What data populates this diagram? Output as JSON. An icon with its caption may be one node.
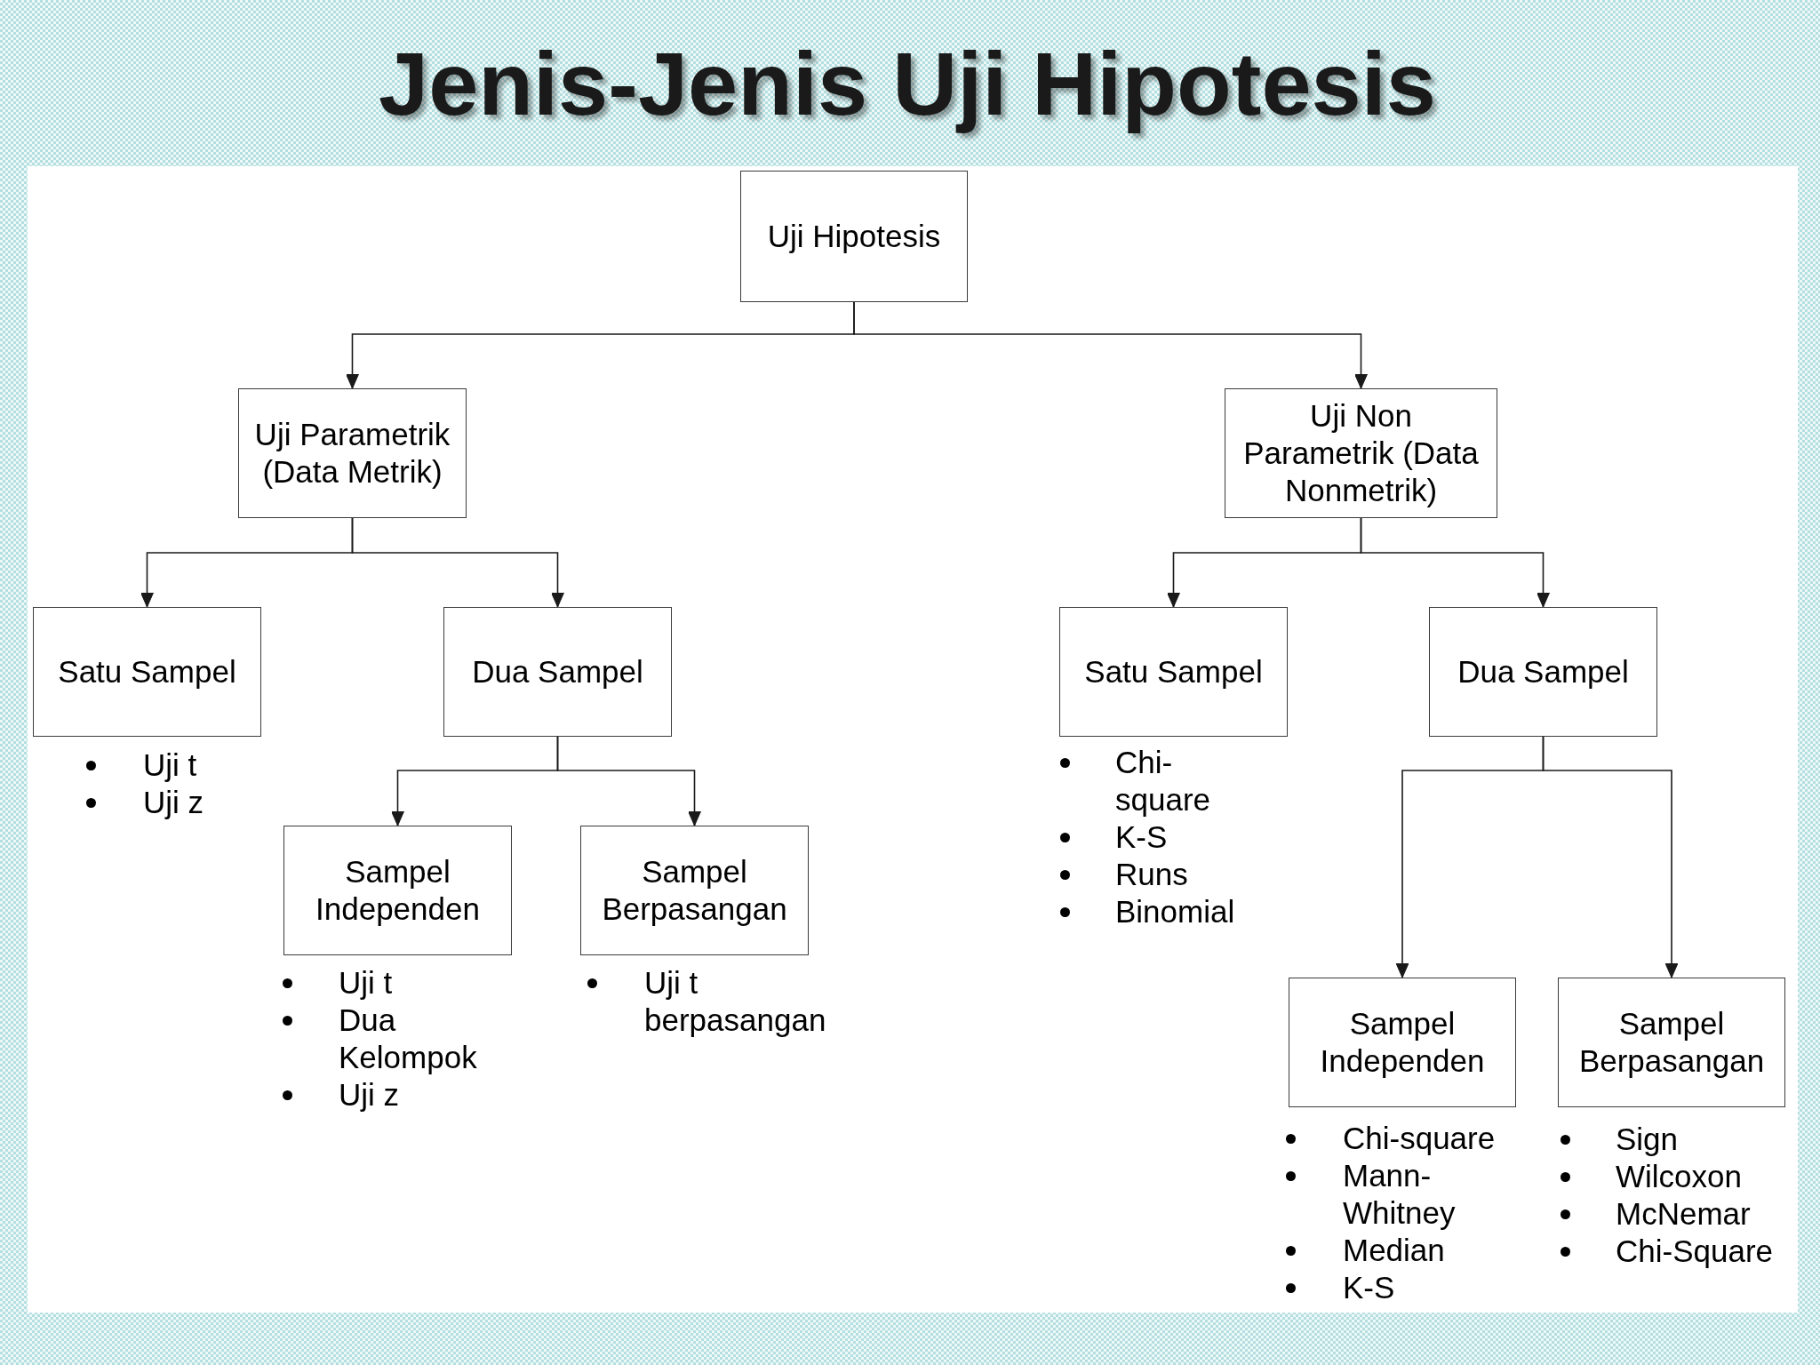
{
  "diagram": {
    "title": "Jenis-Jenis Uji Hipotesis",
    "nodes": [
      {
        "text": [
          "Uji Hipotesis"
        ]
      },
      {
        "text": [
          "Uji Parametrik (Data Metrik)"
        ]
      },
      {
        "text": [
          "Uji Non Parametrik (Data Nonmetrik)"
        ]
      },
      {
        "text": [
          "Satu Sampel"
        ],
        "beside": [
          "Uji t",
          "Uji z"
        ]
      },
      {
        "text": [
          "Dua Sampel"
        ]
      },
      {
        "text": [
          "Satu Sampel"
        ],
        "beside": [
          "Chi-square",
          "K-S",
          "Runs",
          "Binomial"
        ]
      },
      {
        "text": [
          "Dua Sampel"
        ]
      },
      {
        "text": [
          "Sampel Independen"
        ],
        "beside": [
          "Uji t",
          "Dua Kelompok",
          "Uji z"
        ]
      },
      {
        "text": [
          "Sampel Berpasangan"
        ],
        "beside": [
          "Uji t berpasangan"
        ]
      },
      {
        "text": [
          "Sampel Independen"
        ],
        "beside": [
          "Chi-square",
          "Mann-Whitney",
          "Median",
          "K-S"
        ]
      },
      {
        "text": [
          "Sampel Berpasangan"
        ],
        "beside": [
          "Sign",
          "Wilcoxon",
          "McNemar",
          "Chi-Square"
        ]
      }
    ],
    "edges": [
      {
        "from": 0,
        "to": 1,
        "arrow": "to"
      },
      {
        "from": 0,
        "to": 2,
        "arrow": "to"
      },
      {
        "from": 1,
        "to": 3,
        "arrow": "to"
      },
      {
        "from": 1,
        "to": 4,
        "arrow": "to"
      },
      {
        "from": 2,
        "to": 5,
        "arrow": "to"
      },
      {
        "from": 2,
        "to": 6,
        "arrow": "to"
      },
      {
        "from": 4,
        "to": 7,
        "arrow": "to"
      },
      {
        "from": 4,
        "to": 8,
        "arrow": "to"
      },
      {
        "from": 6,
        "to": 9,
        "arrow": "to"
      },
      {
        "from": 6,
        "to": 10,
        "arrow": "to"
      }
    ]
  }
}
